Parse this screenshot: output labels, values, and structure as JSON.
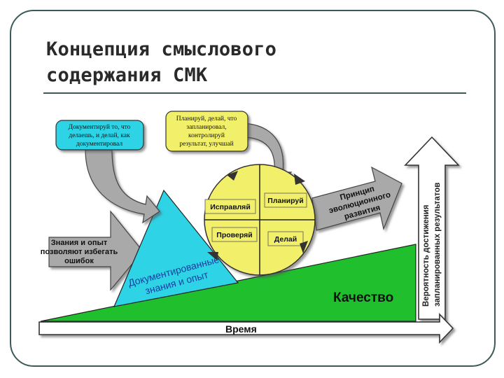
{
  "title": {
    "line1": "Концепция смыслового",
    "line2": "содержания СМК"
  },
  "callouts": {
    "document": [
      "Документируй то, что",
      "делаешь, и делай, как",
      "документировал"
    ],
    "plan": [
      "Планируй, делай, что",
      "запланировал,",
      "контролируй",
      "результат, улучшай"
    ]
  },
  "knowledge": [
    "Знания и опыт",
    "позволяют избегать",
    "ошибок"
  ],
  "triangle": [
    "Документированные",
    "знания и опыт"
  ],
  "wheel": {
    "plan": "Планируй",
    "do": "Делай",
    "check": "Проверяй",
    "act": "Исправляй"
  },
  "principle": [
    "Принцип",
    "эволюционного",
    "развития"
  ],
  "quality": "Качество",
  "time": "Время",
  "probability": [
    "Вероятность достижения",
    "запланированных результатов"
  ],
  "colors": {
    "green": "#1fbf2e",
    "cyan": "#2ed3e6",
    "yellow": "#f2f06a",
    "gray": "#a9a9a9",
    "frame": "#3d5a5a"
  }
}
